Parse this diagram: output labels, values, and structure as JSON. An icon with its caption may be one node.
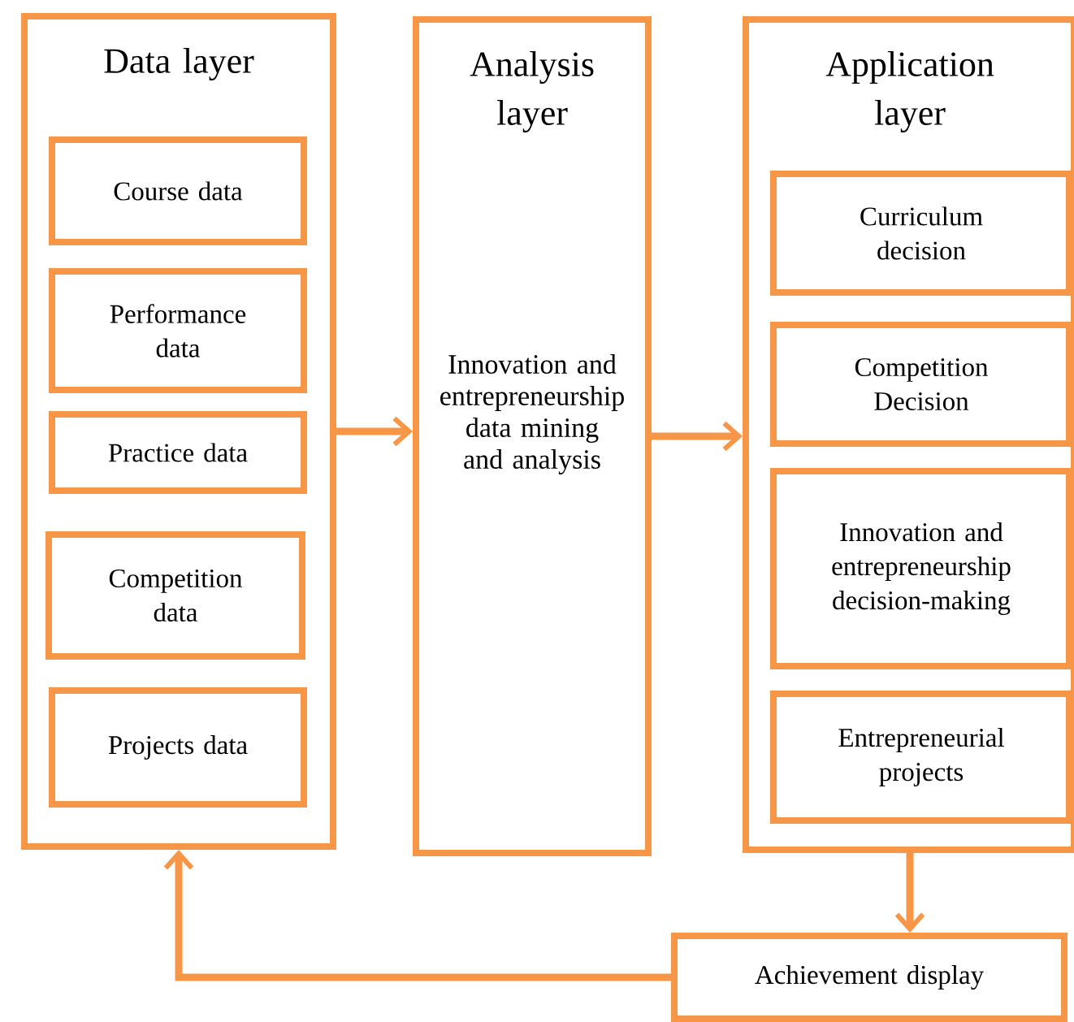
{
  "diagram": {
    "nodes": [
      {
        "text": [
          "Data layer"
        ]
      },
      {
        "text": [
          "Course data"
        ],
        "in": 0
      },
      {
        "text": [
          "Performance data"
        ],
        "in": 0
      },
      {
        "text": [
          "Practice data"
        ],
        "in": 0
      },
      {
        "text": [
          "Competition data"
        ],
        "in": 0
      },
      {
        "text": [
          "Projects data"
        ],
        "in": 0
      },
      {
        "text": [
          "Analysis layer",
          "Innovation and entrepreneurship data mining and analysis"
        ]
      },
      {
        "text": [
          "Application layer"
        ]
      },
      {
        "text": [
          "Curriculum decision"
        ],
        "in": 7
      },
      {
        "text": [
          "Competition Decision"
        ],
        "in": 7
      },
      {
        "text": [
          "Innovation and entrepreneurship decision-making"
        ],
        "in": 7
      },
      {
        "text": [
          "Entrepreneurial projects"
        ],
        "in": 7
      },
      {
        "text": [
          "Achievement display"
        ]
      }
    ],
    "edges": [
      {
        "from": 0,
        "to": 6,
        "arrow": "to"
      },
      {
        "from": 6,
        "to": 7,
        "arrow": "to"
      },
      {
        "from": 7,
        "to": 12,
        "arrow": "to"
      },
      {
        "from": 12,
        "to": 0,
        "arrow": "to"
      }
    ]
  }
}
